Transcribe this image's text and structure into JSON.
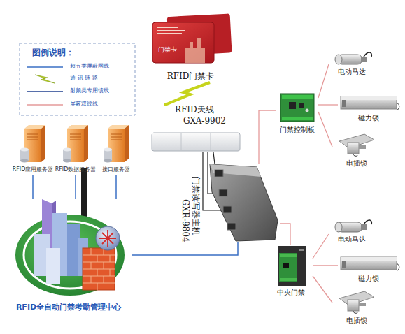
{
  "diagram": {
    "nodes": [
      {
        "text": [
          "RFID应用服务器"
        ]
      },
      {
        "text": [
          "RFID数据服务器"
        ]
      },
      {
        "text": [
          "接口服务器"
        ]
      },
      {
        "text": [
          "RFID全自动门禁考勤管理中心"
        ]
      },
      {
        "text": [
          "RFID门禁卡"
        ]
      },
      {
        "text": [
          "RFID天线",
          "GXA-9902"
        ]
      },
      {
        "text": [
          "门禁读写器主机",
          "GXR-9804"
        ]
      },
      {
        "text": [
          "门禁控制板"
        ]
      },
      {
        "text": [
          "电动马达"
        ]
      },
      {
        "text": [
          "磁力锁"
        ]
      },
      {
        "text": [
          "电插锁"
        ]
      },
      {
        "text": [
          "中央门禁"
        ]
      },
      {
        "text": [
          "电动马达"
        ]
      },
      {
        "text": [
          "磁力锁"
        ]
      },
      {
        "text": [
          "电插锁"
        ]
      }
    ],
    "edges": [
      {
        "from": 0,
        "to": 3,
        "arrow": "none"
      },
      {
        "from": 1,
        "to": 3,
        "arrow": "none"
      },
      {
        "from": 2,
        "to": 3,
        "arrow": "none"
      },
      {
        "from": 3,
        "to": 6,
        "arrow": "none"
      },
      {
        "from": 4,
        "to": 5,
        "arrow": "none"
      },
      {
        "from": 5,
        "to": 6,
        "arrow": "none"
      },
      {
        "from": 6,
        "to": 7,
        "arrow": "none"
      },
      {
        "from": 7,
        "to": 8,
        "arrow": "none"
      },
      {
        "from": 7,
        "to": 9,
        "arrow": "none"
      },
      {
        "from": 7,
        "to": 10,
        "arrow": "none"
      },
      {
        "from": 6,
        "to": 11,
        "arrow": "none"
      },
      {
        "from": 11,
        "to": 12,
        "arrow": "none"
      },
      {
        "from": 11,
        "to": 13,
        "arrow": "none"
      },
      {
        "from": 11,
        "to": 14,
        "arrow": "none"
      }
    ],
    "labels": [
      "图例说明：",
      "门禁卡"
    ],
    "legend": [
      {
        "text": "超五类屏蔽网线"
      },
      {
        "text": "通 讯 链 路"
      },
      {
        "text": "射频类专用馈线"
      },
      {
        "text": "屏蔽双绞线"
      }
    ]
  }
}
